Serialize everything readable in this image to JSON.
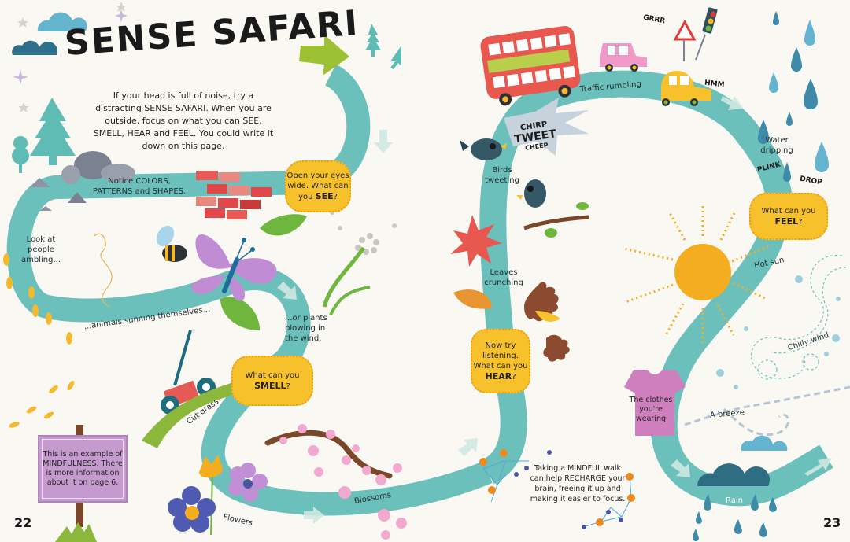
{
  "left_page": {
    "title": "SENSE SAFARI",
    "intro": "If your head is full of noise, try a distracting SENSE SAFARI. When you are outside, focus on what you can SEE, SMELL, HEAR and FEEL. You could write it down on this page.",
    "path_labels": {
      "notice": "Notice COLORS, PATTERNS and SHAPES.",
      "people": "Look at people ambling...",
      "animals": "...animals sunning themselves...",
      "plants": "...or plants blowing in the wind.",
      "cut_grass": "Cut grass",
      "flowers": "Flowers",
      "blossoms": "Blossoms"
    },
    "bubbles": {
      "see_prefix": "Open your eyes wide. What can you",
      "see_key": "SEE",
      "smell_prefix": "What can you",
      "smell_key": "SMELL"
    },
    "sign": "This is an example of MINDFULNESS. There is more information about it on page 6.",
    "page_number": "22"
  },
  "right_page": {
    "path_labels": {
      "traffic": "Traffic rumbling",
      "birds": "Birds tweeting",
      "leaves": "Leaves crunching",
      "water": "Water dripping",
      "hot_sun": "Hot sun",
      "chilly_wind": "Chilly wind",
      "breeze": "A breeze",
      "clothes": "The clothes you're wearing",
      "rain": "Rain"
    },
    "sounds": {
      "grrr": "GRRR",
      "hmm": "HMM",
      "chirp": "CHIRP",
      "tweet": "TWEET",
      "cheep": "CHEEP",
      "plink": "PLINK",
      "drop": "DROP"
    },
    "bubbles": {
      "hear_prefix": "Now try listening. What can you",
      "hear_key": "HEAR",
      "feel_prefix": "What can you",
      "feel_key": "FEEL"
    },
    "tip": "Taking a MINDFUL walk can help RECHARGE your brain, freeing it up and making it easier to focus.",
    "page_number": "23"
  },
  "colors": {
    "background": "#faf8f3",
    "path": "#6cc0bb",
    "bubble": "#f7c12c",
    "arrow_green": "#9cc132",
    "sign": "#c59bcf",
    "sun": "#f4ad1f",
    "bus": "#e8584f",
    "rain_drop": "#3f8aa8"
  }
}
